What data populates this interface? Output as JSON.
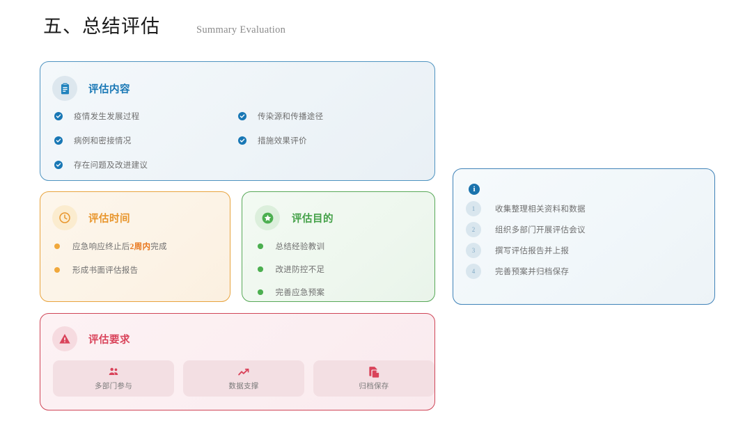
{
  "header": {
    "title_cn": "五、总结评估",
    "title_en": "Summary Evaluation"
  },
  "colors": {
    "blue": "#1877b5",
    "orange": "#e8952b",
    "green": "#43a047",
    "red": "#d9435a",
    "text_gray": "#6f6f6f"
  },
  "card_content": {
    "icon": "clipboard-icon",
    "title": "评估内容",
    "items": [
      "疫情发生发展过程",
      "传染源和传播途径",
      "病例和密接情况",
      "措施效果评价",
      "存在问题及改进建议"
    ]
  },
  "card_time": {
    "icon": "clock-icon",
    "title": "评估时间",
    "items": [
      {
        "prefix": "应急响应终止后",
        "highlight": "2周内",
        "suffix": "完成"
      },
      {
        "prefix": "形成书面评估报告",
        "highlight": "",
        "suffix": ""
      }
    ]
  },
  "card_purpose": {
    "icon": "star-circle-icon",
    "title": "评估目的",
    "items": [
      "总结经验教训",
      "改进防控不足",
      "完善应急预案"
    ]
  },
  "card_require": {
    "icon": "warning-triangle-icon",
    "title": "评估要求",
    "tiles": [
      {
        "icon": "people-group-icon",
        "label": "多部门参与"
      },
      {
        "icon": "trending-up-icon",
        "label": "数据支撑"
      },
      {
        "icon": "copy-documents-icon",
        "label": "归档保存"
      }
    ]
  },
  "card_steps": {
    "icon": "info-icon",
    "info_glyph": "i",
    "items": [
      {
        "num": "1",
        "text": "收集整理相关资料和数据"
      },
      {
        "num": "2",
        "text": "组织多部门开展评估会议"
      },
      {
        "num": "3",
        "text": "撰写评估报告并上报"
      },
      {
        "num": "4",
        "text": "完善预案并归档保存"
      }
    ]
  }
}
